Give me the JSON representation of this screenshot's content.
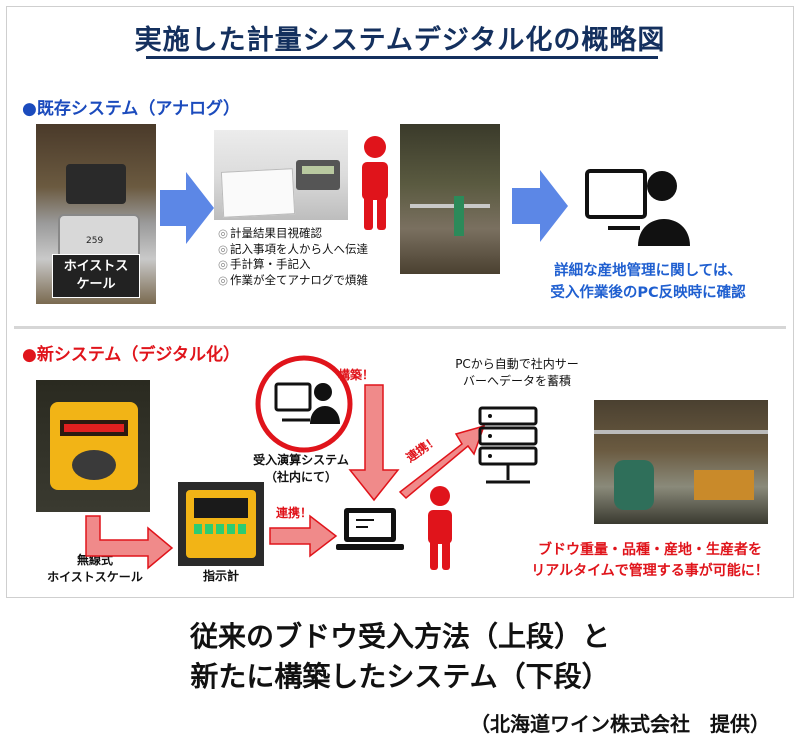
{
  "title": "実施した計量システムデジタル化の概略図",
  "existing": {
    "heading": "●既存システム（アナログ）",
    "scale_label_1": "ホイストス",
    "scale_label_2": "ケール",
    "bullets": [
      "計量結果目視確認",
      "記入事項を人から人へ伝達",
      "手計算・手記入",
      "作業が全てアナログで煩雑"
    ],
    "note_1": "詳細な産地管理に関しては、",
    "note_2": "受入作業後のPC反映時に確認"
  },
  "new": {
    "heading": "●新システム（デジタル化）",
    "wireless_1": "無線式",
    "wireless_2": "ホイストスケール",
    "indicator": "指示計",
    "link_1": "連携！",
    "link_2": "連携！",
    "build": "構築！",
    "calc_1": "受入演算システム",
    "calc_2": "（社内にて）",
    "server_1": "PCから自動で社内サー",
    "server_2": "バーへデータを蓄積",
    "note_1": "ブドウ重量・品種・産地・生産者を",
    "note_2": "リアルタイムで管理する事が可能に！"
  },
  "caption": {
    "line1": "従来のブドウ受入方法（上段）と",
    "line2": "新たに構築したシステム（下段）",
    "credit": "（北海道ワイン株式会社　提供）"
  },
  "colors": {
    "title": "#14305e",
    "blue": "#1f5fd0",
    "red": "#e0141b",
    "arrow_blue": "#5c87e6",
    "arrow_red": "#f08a8a"
  }
}
